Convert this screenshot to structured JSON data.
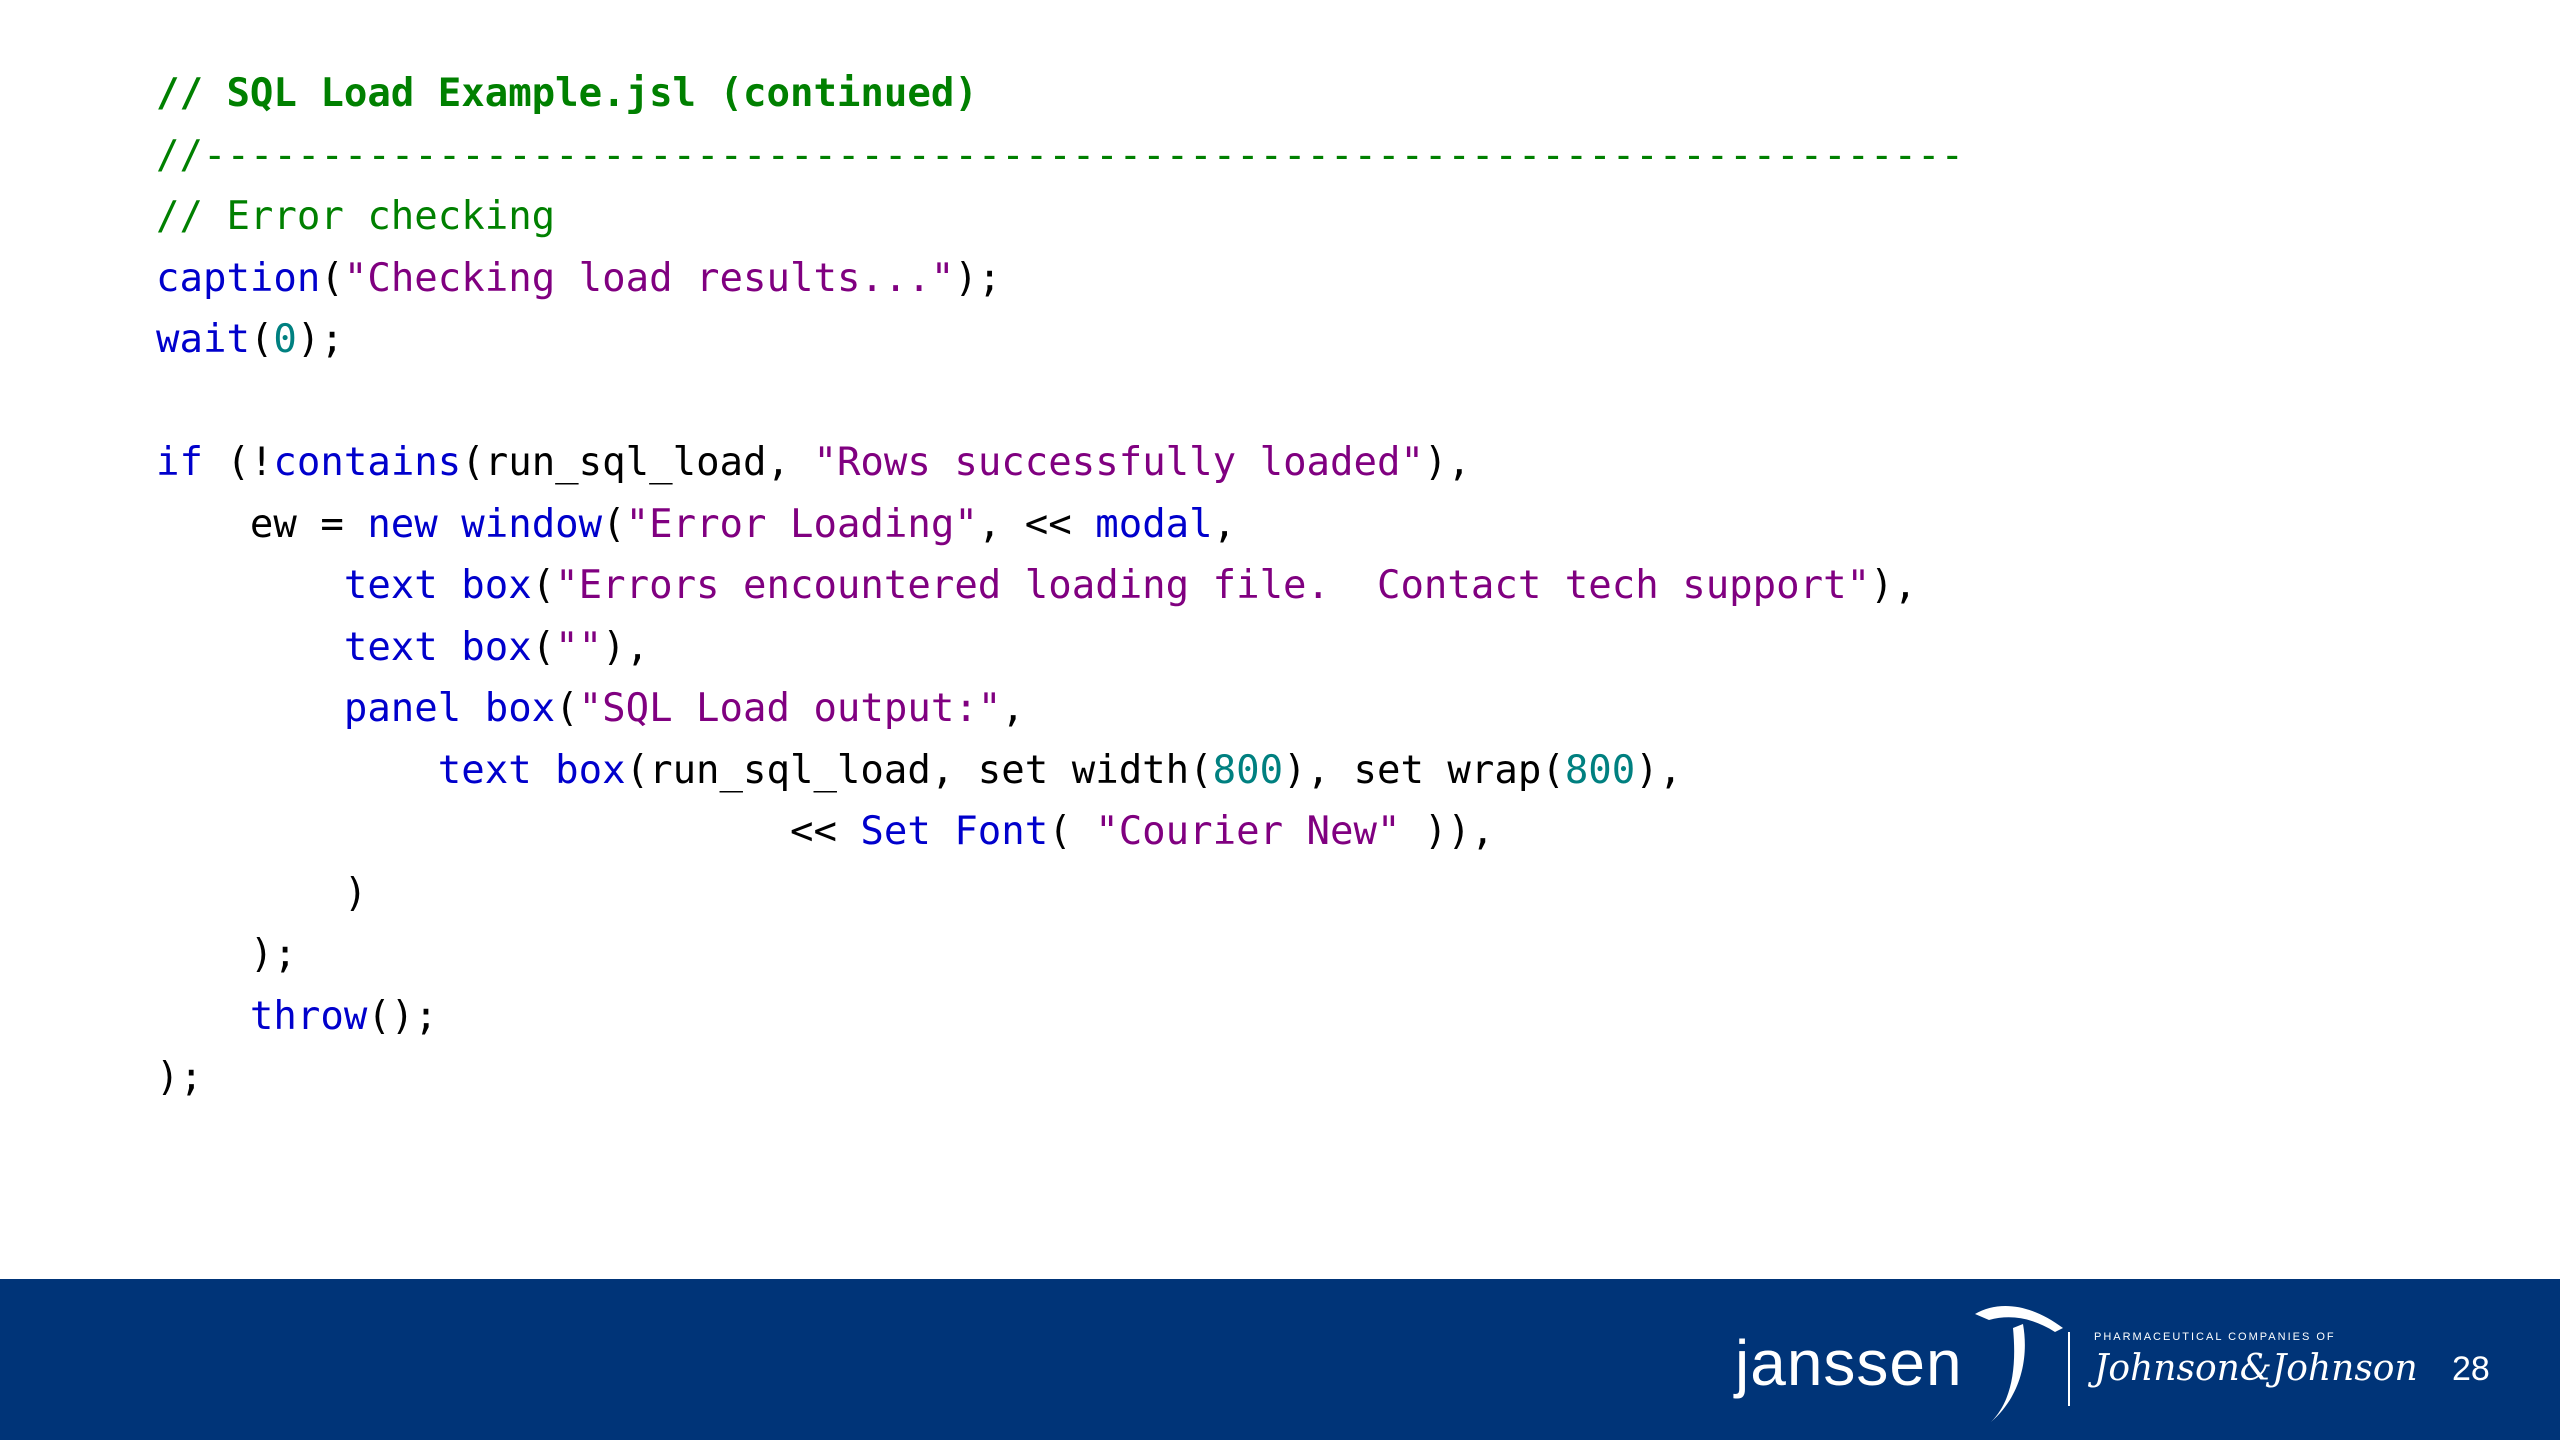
{
  "code_lines": [
    [
      {
        "t": "// SQL Load Example.jsl (continued)",
        "c": "comment-bold"
      }
    ],
    [
      {
        "t": "//---------------------------------------------------------------------------",
        "c": "comment"
      }
    ],
    [
      {
        "t": "// Error checking",
        "c": "comment"
      }
    ],
    [
      {
        "t": "caption",
        "c": "kw"
      },
      {
        "t": "(",
        "c": "plain"
      },
      {
        "t": "\"Checking load results...\"",
        "c": "str"
      },
      {
        "t": ");",
        "c": "plain"
      }
    ],
    [
      {
        "t": "wait",
        "c": "kw"
      },
      {
        "t": "(",
        "c": "plain"
      },
      {
        "t": "0",
        "c": "num"
      },
      {
        "t": ");",
        "c": "plain"
      }
    ],
    [],
    [
      {
        "t": "if",
        "c": "kw"
      },
      {
        "t": " (!",
        "c": "plain"
      },
      {
        "t": "contains",
        "c": "kw"
      },
      {
        "t": "(run_sql_load, ",
        "c": "plain"
      },
      {
        "t": "\"Rows successfully loaded\"",
        "c": "str"
      },
      {
        "t": "),",
        "c": "plain"
      }
    ],
    [
      {
        "t": "    ew = ",
        "c": "plain"
      },
      {
        "t": "new window",
        "c": "kw"
      },
      {
        "t": "(",
        "c": "plain"
      },
      {
        "t": "\"Error Loading\"",
        "c": "str"
      },
      {
        "t": ", << ",
        "c": "plain"
      },
      {
        "t": "modal",
        "c": "kw"
      },
      {
        "t": ",",
        "c": "plain"
      }
    ],
    [
      {
        "t": "        ",
        "c": "plain"
      },
      {
        "t": "text box",
        "c": "kw"
      },
      {
        "t": "(",
        "c": "plain"
      },
      {
        "t": "\"Errors encountered loading file.  Contact tech support\"",
        "c": "str"
      },
      {
        "t": "),",
        "c": "plain"
      }
    ],
    [
      {
        "t": "        ",
        "c": "plain"
      },
      {
        "t": "text box",
        "c": "kw"
      },
      {
        "t": "(",
        "c": "plain"
      },
      {
        "t": "\"\"",
        "c": "str"
      },
      {
        "t": "),",
        "c": "plain"
      }
    ],
    [
      {
        "t": "        ",
        "c": "plain"
      },
      {
        "t": "panel box",
        "c": "kw"
      },
      {
        "t": "(",
        "c": "plain"
      },
      {
        "t": "\"SQL Load output:\"",
        "c": "str"
      },
      {
        "t": ",",
        "c": "plain"
      }
    ],
    [
      {
        "t": "            ",
        "c": "plain"
      },
      {
        "t": "text box",
        "c": "kw"
      },
      {
        "t": "(run_sql_load, set width(",
        "c": "plain"
      },
      {
        "t": "800",
        "c": "num"
      },
      {
        "t": "), set wrap(",
        "c": "plain"
      },
      {
        "t": "800",
        "c": "num"
      },
      {
        "t": "),",
        "c": "plain"
      }
    ],
    [
      {
        "t": "                           << ",
        "c": "plain"
      },
      {
        "t": "Set Font",
        "c": "kw"
      },
      {
        "t": "( ",
        "c": "plain"
      },
      {
        "t": "\"Courier New\"",
        "c": "str"
      },
      {
        "t": " )),",
        "c": "plain"
      }
    ],
    [
      {
        "t": "        )",
        "c": "plain"
      }
    ],
    [
      {
        "t": "    );",
        "c": "plain"
      }
    ],
    [
      {
        "t": "    ",
        "c": "plain"
      },
      {
        "t": "throw",
        "c": "kw"
      },
      {
        "t": "();",
        "c": "plain"
      }
    ],
    [
      {
        "t": ");",
        "c": "plain"
      }
    ]
  ],
  "footer": {
    "brand": "janssen",
    "tagline": "PHARMACEUTICAL COMPANIES OF",
    "parent_brand": "Johnson&Johnson",
    "page_number": "28",
    "background_color": "#003478"
  },
  "colors": {
    "comment": "#008000",
    "keyword": "#0000cc",
    "string": "#800080",
    "number": "#008080"
  }
}
